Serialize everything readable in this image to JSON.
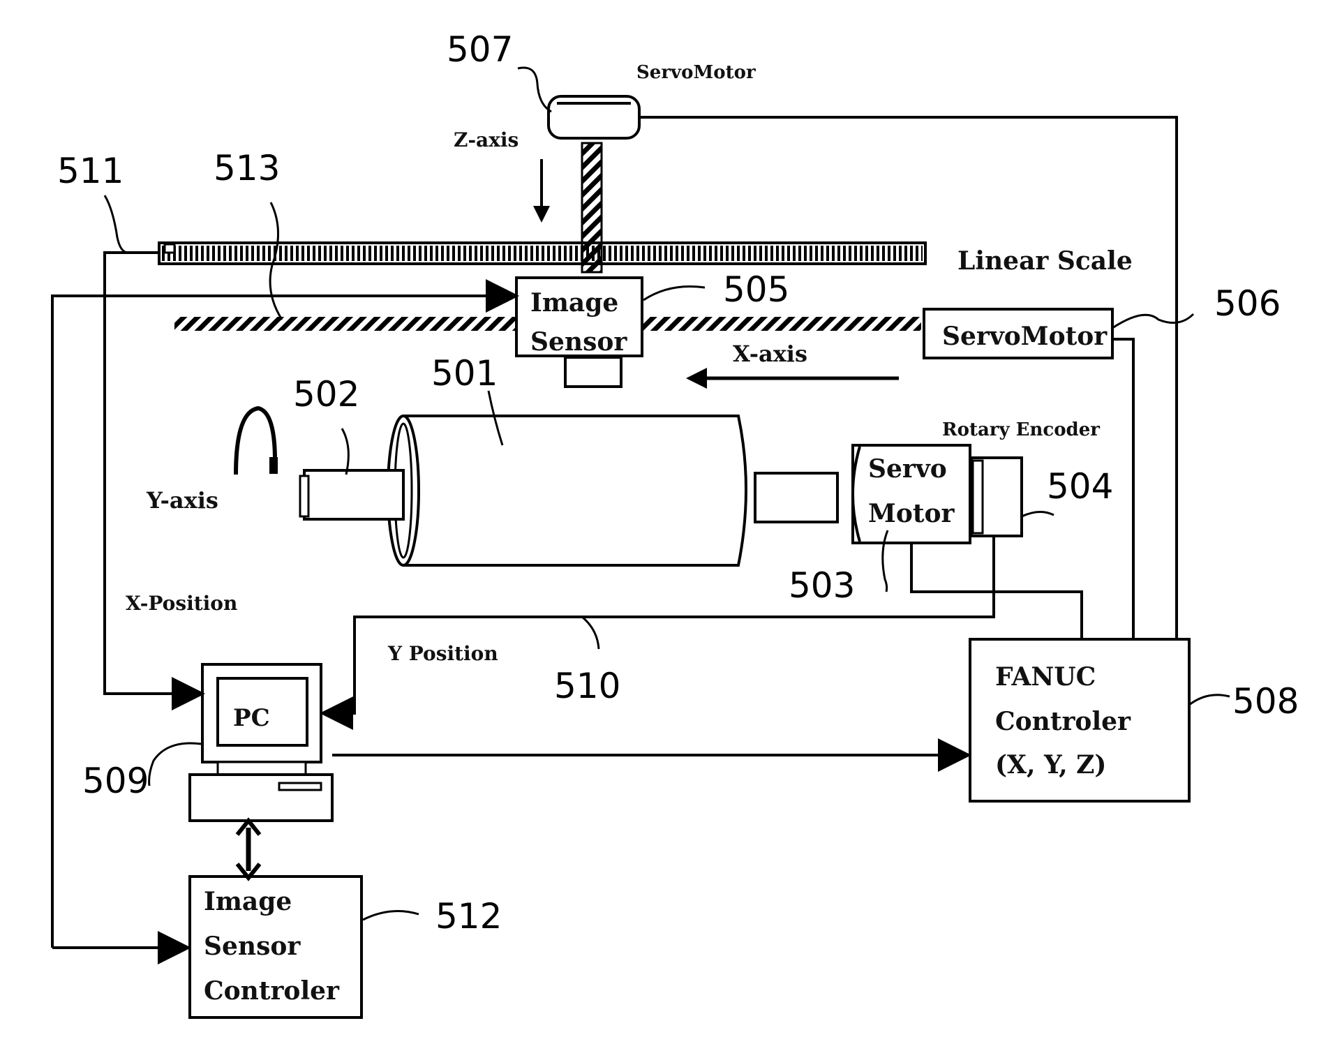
{
  "labels": {
    "servomotor_z": "ServoMotor",
    "z_axis": "Z-axis",
    "linear_scale": "Linear Scale",
    "image_sensor_line1": "Image",
    "image_sensor_line2": "Sensor",
    "servomotor_x": "ServoMotor",
    "x_axis": "X-axis",
    "rotary_encoder": "Rotary Encoder",
    "servo_motor_line1": "Servo",
    "servo_motor_line2": "Motor",
    "y_axis": "Y-axis",
    "x_position": "X-Position",
    "y_position": "Y Position",
    "pc": "PC",
    "fanuc_line1": "FANUC",
    "fanuc_line2": "Controler",
    "fanuc_line3": "(X, Y, Z)",
    "isc_line1": "Image",
    "isc_line2": "Sensor",
    "isc_line3": "Controler"
  },
  "refs": {
    "r507": "507",
    "r511": "511",
    "r513": "513",
    "r505": "505",
    "r506": "506",
    "r501": "501",
    "r502": "502",
    "r504": "504",
    "r503": "503",
    "r510": "510",
    "r508": "508",
    "r509": "509",
    "r512": "512"
  },
  "colors": {
    "ink": "#000000",
    "background": "#ffffff"
  }
}
